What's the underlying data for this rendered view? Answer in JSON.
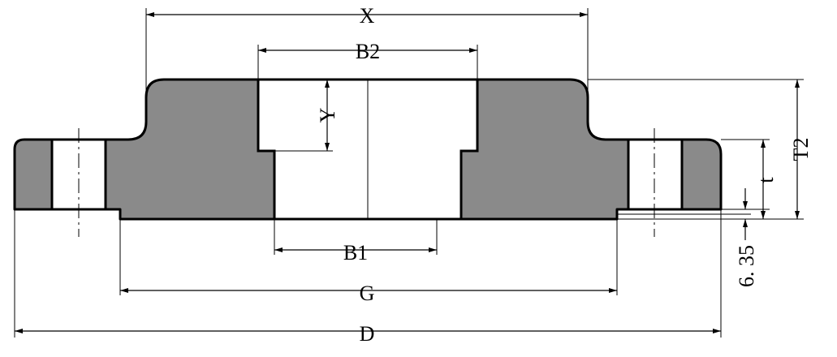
{
  "drawing": {
    "colors": {
      "body": "#8a8a8a",
      "line": "#000000",
      "background": "#ffffff"
    },
    "dimensions": {
      "x": "X",
      "b2": "B2",
      "y": "Y",
      "b1": "B1",
      "g": "G",
      "d": "D",
      "t2": "T2",
      "t": "t",
      "raised_face": "6. 35"
    }
  }
}
